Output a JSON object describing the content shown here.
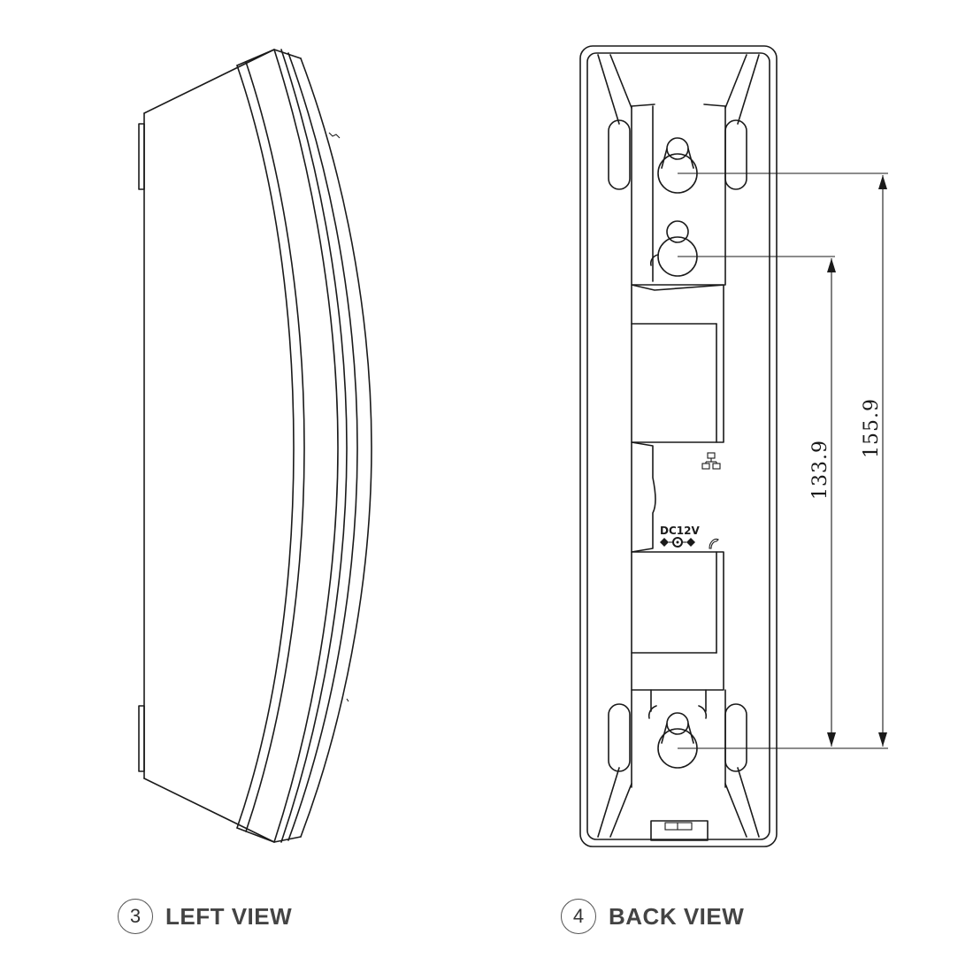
{
  "views": [
    {
      "number": "3",
      "title": "LEFT VIEW"
    },
    {
      "number": "4",
      "title": "BACK VIEW"
    }
  ],
  "dimensions": [
    {
      "value": "133.9"
    },
    {
      "value": "155.9"
    }
  ],
  "back_markings": {
    "power_label": "DC12V",
    "network_icon": "network-port-icon",
    "phone_icon": "phone-port-icon"
  }
}
